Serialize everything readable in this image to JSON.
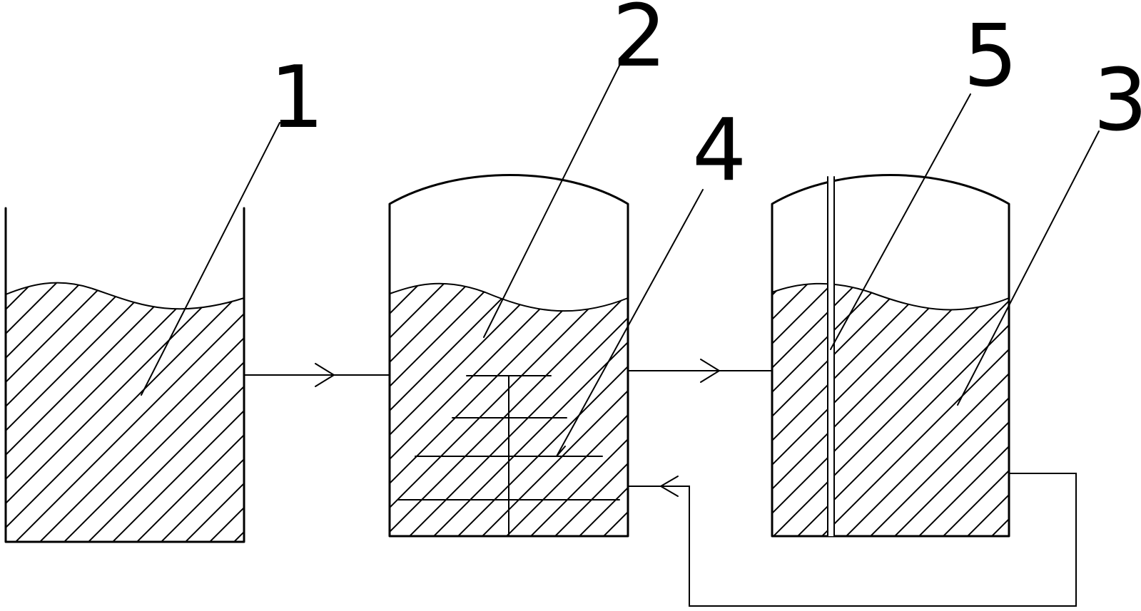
{
  "labels": {
    "tank_1": "1",
    "tank_2": "2",
    "tank_3": "3",
    "agitator_4": "4",
    "tube_5": "5"
  },
  "colors": {
    "stroke": "#000000",
    "background": "#ffffff"
  }
}
